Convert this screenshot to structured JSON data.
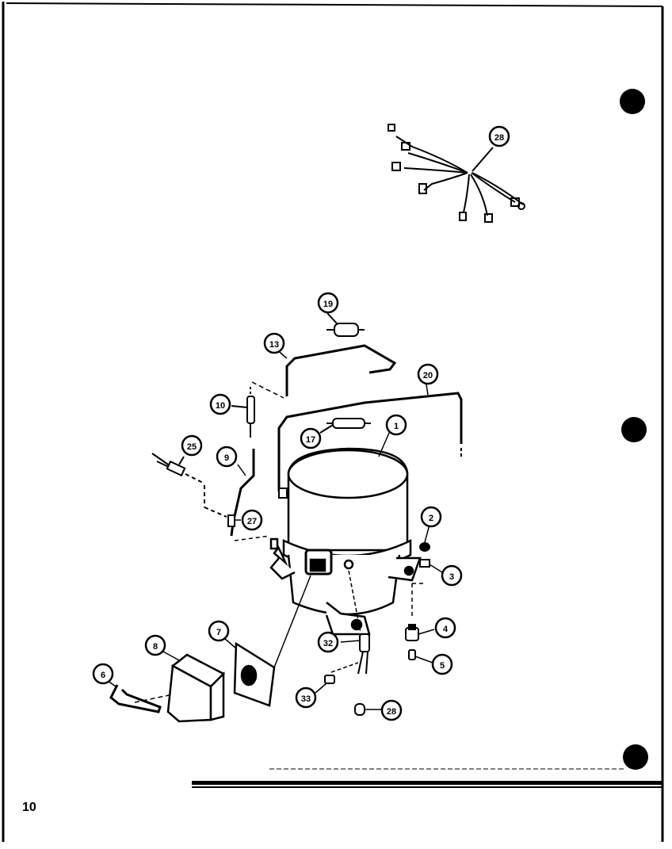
{
  "page": {
    "number": "10"
  },
  "callouts": {
    "c1": "1",
    "c2": "2",
    "c3": "3",
    "c4": "4",
    "c5": "5",
    "c6": "6",
    "c7": "7",
    "c8": "8",
    "c9": "9",
    "c10": "10",
    "c13": "13",
    "c17": "17",
    "c19": "19",
    "c20": "20",
    "c25": "25",
    "c27": "27",
    "c28a": "28",
    "c28b": "28",
    "c32": "32",
    "c33": "33"
  }
}
